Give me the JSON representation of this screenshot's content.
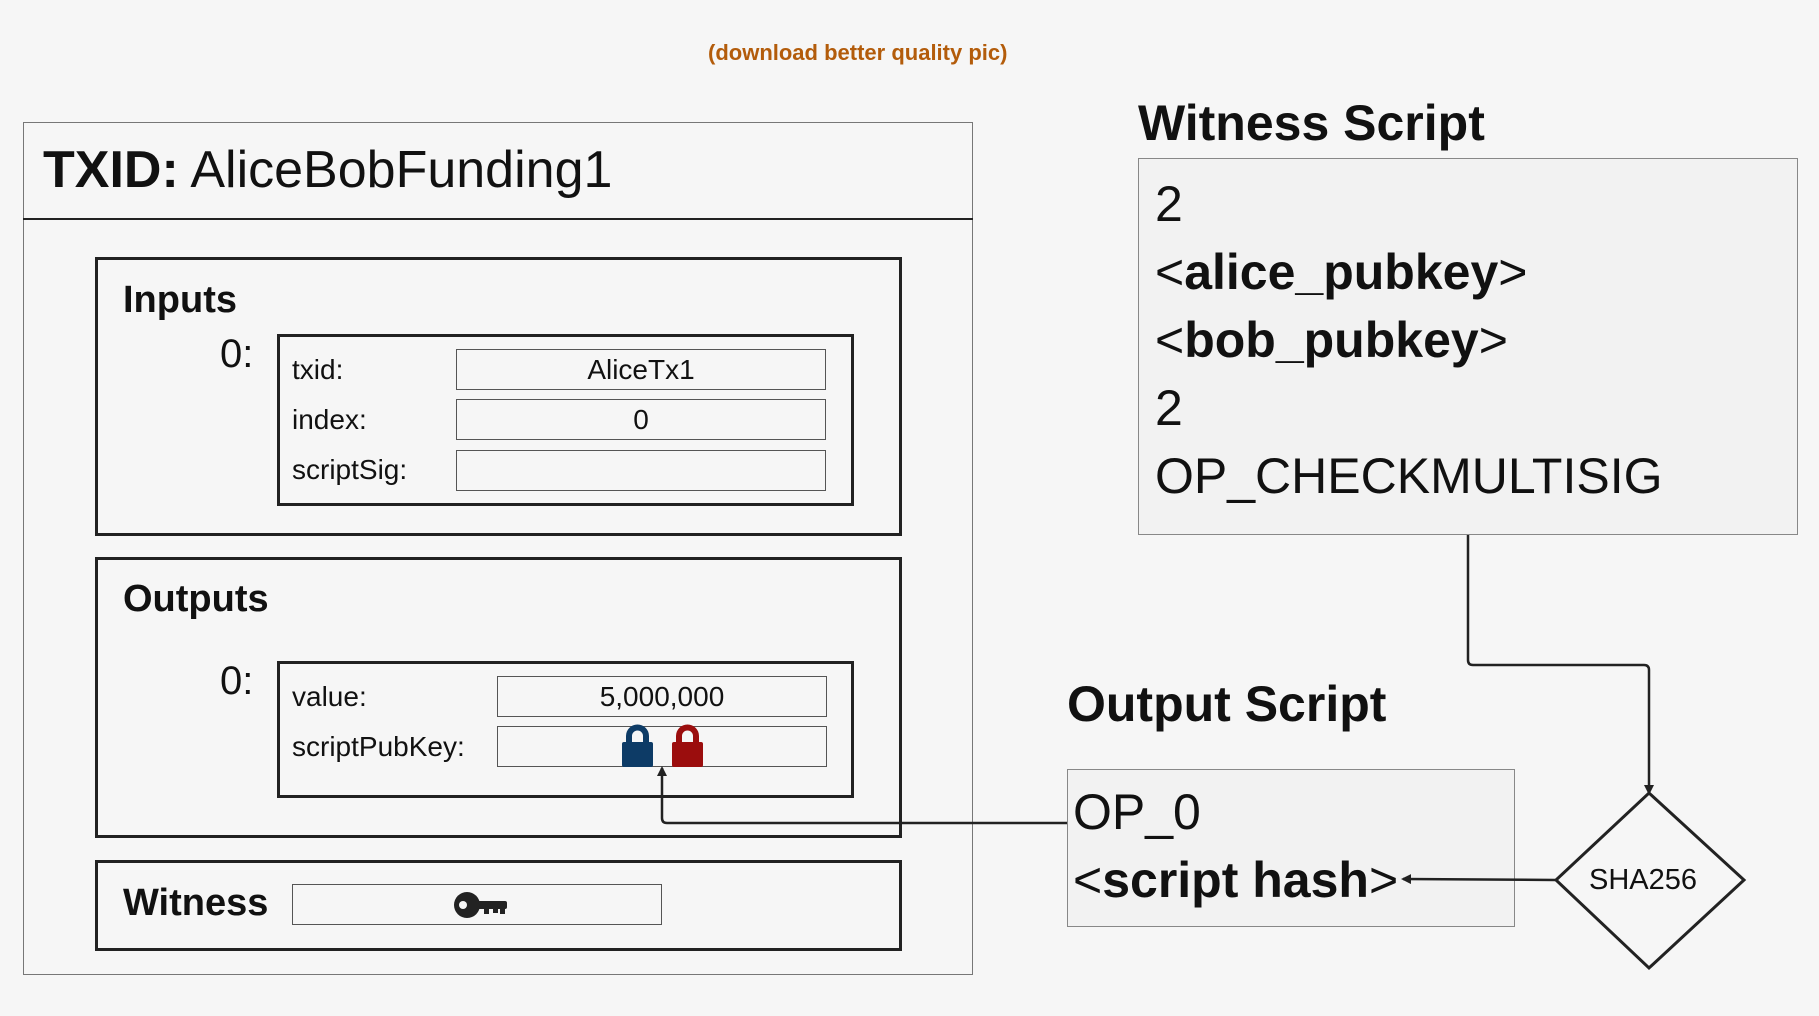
{
  "header": {
    "download_link": "(download better quality pic)"
  },
  "transaction": {
    "txid_label": "TXID:",
    "txid_value": "AliceBobFunding1",
    "inputs": {
      "label": "Inputs",
      "index_label": "0:",
      "txid_label": "txid:",
      "txid_value": "AliceTx1",
      "index_field_label": "index:",
      "index_value": "0",
      "scriptsig_label": "scriptSig:",
      "scriptsig_value": ""
    },
    "outputs": {
      "label": "Outputs",
      "index_label": "0:",
      "value_label": "value:",
      "value": "5,000,000",
      "scriptpubkey_label": "scriptPubKey:"
    },
    "witness": {
      "label": "Witness"
    }
  },
  "witness_script": {
    "title": "Witness Script",
    "lines": [
      "2",
      "<",
      "alice_pubkey",
      ">",
      "<",
      "bob_pubkey",
      ">",
      "2",
      "OP_CHECKMULTISIG"
    ]
  },
  "output_script": {
    "title": "Output Script",
    "op": "OP_0",
    "hash_open": "<",
    "hash_text": "script hash",
    "hash_close": ">"
  },
  "hash_node": {
    "label": "SHA256"
  },
  "colors": {
    "link": "#b35c0b",
    "lock_blue": "#0d3b66",
    "lock_red": "#9b0d0d",
    "key": "#222222"
  }
}
